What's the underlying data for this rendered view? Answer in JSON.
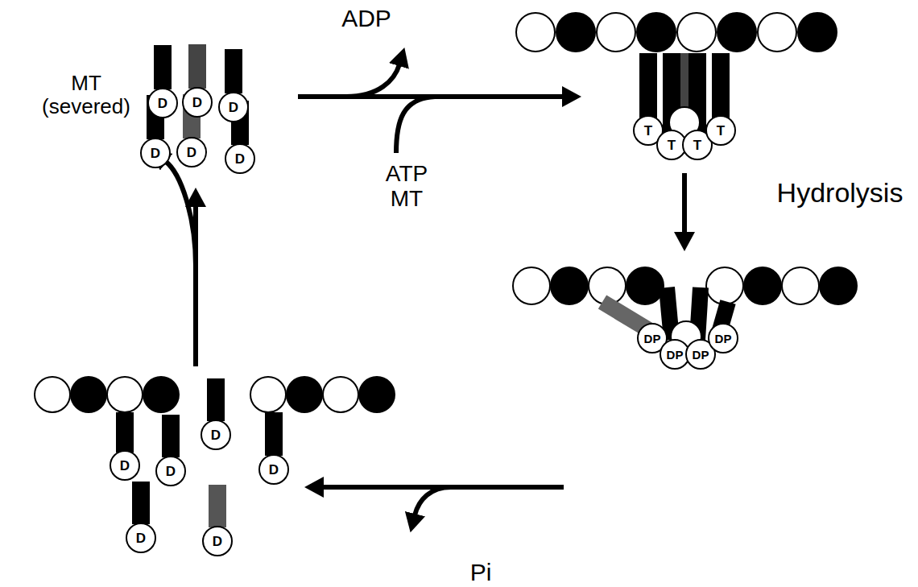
{
  "diagram": {
    "nodes": [
      {
        "text": [
          "D"
        ]
      },
      {
        "text": [
          "D"
        ]
      },
      {
        "text": [
          "D"
        ]
      },
      {
        "text": [
          "D"
        ]
      },
      {
        "text": [
          "D"
        ]
      },
      {
        "text": [
          "D"
        ]
      },
      {
        "text": [
          "T"
        ]
      },
      {
        "text": [
          "T"
        ]
      },
      {
        "text": [
          "T"
        ]
      },
      {
        "text": [
          "T"
        ]
      },
      {
        "text": [
          "DP"
        ]
      },
      {
        "text": [
          "DP"
        ]
      },
      {
        "text": [
          "DP"
        ]
      },
      {
        "text": [
          "DP"
        ]
      },
      {
        "text": [
          "D"
        ]
      },
      {
        "text": [
          "D"
        ]
      },
      {
        "text": [
          "D"
        ]
      },
      {
        "text": [
          "D"
        ]
      },
      {
        "text": [
          "D"
        ]
      },
      {
        "text": [
          "D"
        ]
      }
    ],
    "labels": [
      "ADP",
      "ATP MT",
      "Hydrolysis",
      "Pi",
      "MT (severed)"
    ]
  }
}
